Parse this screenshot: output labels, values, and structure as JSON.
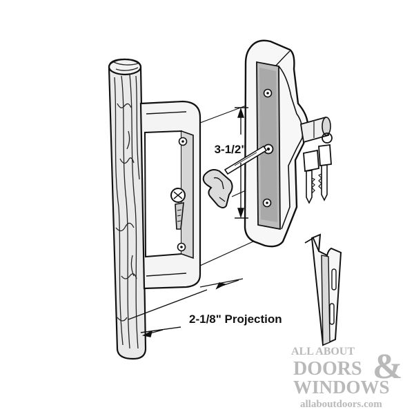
{
  "diagram": {
    "dimension_height_label": "3-1/2\"",
    "dimension_projection_label": "2-1/8\" Projection"
  },
  "watermark": {
    "line1": "ALL ABOUT",
    "line2": "DOORS",
    "ampersand": "&",
    "line3": "WINDOWS",
    "url": "allaboutdoors.com",
    "color": "#b9b9b9"
  }
}
